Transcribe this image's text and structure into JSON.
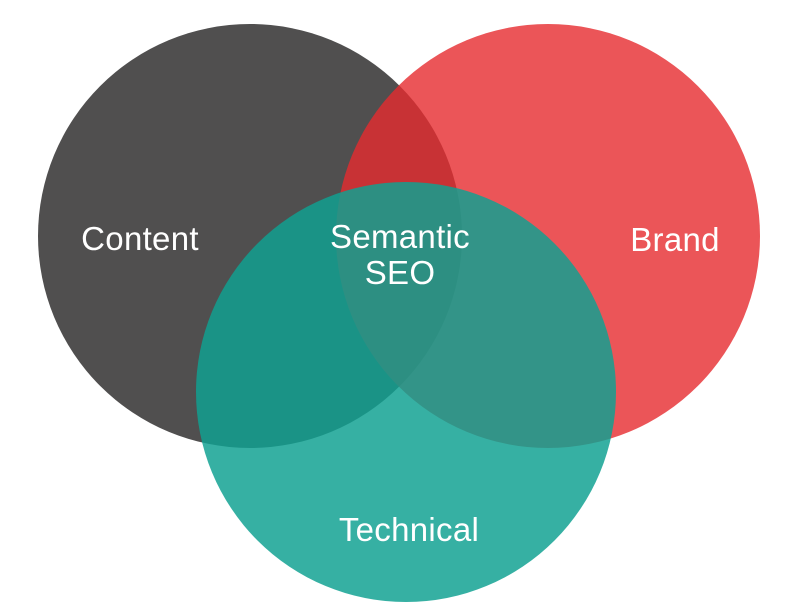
{
  "diagram": {
    "type": "venn",
    "background_color": "#FFFFFF",
    "label_text_color": "#FFFFFF",
    "sets": [
      {
        "id": "content",
        "label": "Content",
        "base_color": "#504F4F",
        "fill": "rgba(80, 79, 79, 1)",
        "position": "top-left"
      },
      {
        "id": "brand",
        "label": "Brand",
        "base_color": "#E62A2E",
        "fill": "rgba(230, 42, 46, 0.80)",
        "rendered_solo_color": "#EB5256",
        "position": "top-right"
      },
      {
        "id": "technical",
        "label": "Technical",
        "base_color": "#0FA191",
        "fill": "rgba(15, 161, 145, 0.84)",
        "rendered_solo_color": "#3AB2A5",
        "position": "bottom-center"
      }
    ],
    "overlap_colors": {
      "content_brand": "#C83030",
      "content_technical": "#1C9184",
      "brand_technical": "#36907F",
      "center_all_three": "#2F8A7D"
    },
    "center_label": {
      "full": "Semantic SEO",
      "lines": [
        "Semantic",
        "SEO"
      ]
    }
  }
}
